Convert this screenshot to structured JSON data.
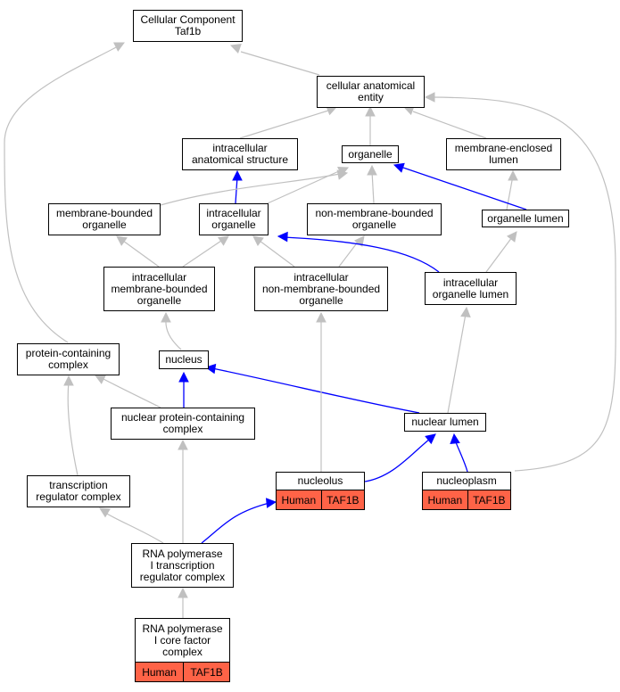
{
  "colors": {
    "edge_gray": "#c0c0c0",
    "edge_blue": "#0000ff",
    "badge_fill": "#ff6347",
    "node_border": "#000000"
  },
  "nodes": {
    "cc_taf1b": "Cellular Component\nTaf1b",
    "cae": "cellular anatomical\nentity",
    "ias": "intracellular\nanatomical structure",
    "organelle": "organelle",
    "mel": "membrane-enclosed\nlumen",
    "mbo": "membrane-bounded\norganelle",
    "io": "intracellular\norganelle",
    "nmbo": "non-membrane-bounded\norganelle",
    "ol": "organelle lumen",
    "imbo": "intracellular\nmembrane-bounded\norganelle",
    "inmbo": "intracellular\nnon-membrane-bounded\norganelle",
    "iol": "intracellular\norganelle lumen",
    "pcc": "protein-containing\ncomplex",
    "nucleus": "nucleus",
    "npcc": "nuclear protein-containing\ncomplex",
    "nl": "nuclear lumen",
    "trc": "transcription\nregulator complex",
    "nucleolus": "nucleolus",
    "nucleoplasm": "nucleoplasm",
    "rpitrc": "RNA polymerase\nI transcription\nregulator complex",
    "rpicf": "RNA polymerase\nI core factor\ncomplex"
  },
  "annotations": {
    "nucleolus": [
      "Human",
      "TAF1B"
    ],
    "nucleoplasm": [
      "Human",
      "TAF1B"
    ],
    "rpicf": [
      "Human",
      "TAF1B"
    ]
  }
}
